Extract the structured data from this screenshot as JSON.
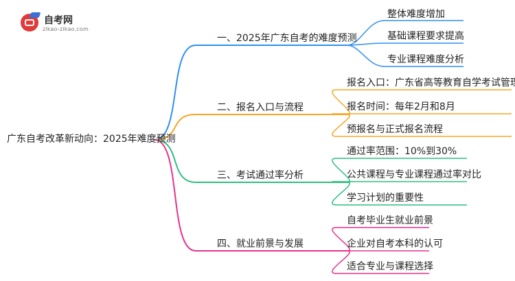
{
  "logo": {
    "name": "自考网",
    "url": "zikao-zikao.com"
  },
  "root": {
    "label": "广东自考改革新动向：2025年难度预测"
  },
  "colors": {
    "blue": "#2f8ff0",
    "orange": "#f5a623",
    "green": "#2dbd7e",
    "pink": "#e8308a"
  },
  "branches": [
    {
      "label": "一、2025年广东自考的难度预测",
      "color": "blue",
      "children": [
        "整体难度增加",
        "基础课程要求提高",
        "专业课程难度分析"
      ]
    },
    {
      "label": "二、报名入口与流程",
      "color": "orange",
      "children": [
        "报名入口：广东省高等教育自学考试管理系统",
        "报名时间：每年2月和8月",
        "预报名与正式报名流程"
      ]
    },
    {
      "label": "三、考试通过率分析",
      "color": "green",
      "children": [
        "通过率范围：10%到30%",
        "公共课程与专业课程通过率对比",
        "学习计划的重要性"
      ]
    },
    {
      "label": "四、就业前景与发展",
      "color": "pink",
      "children": [
        "自考毕业生就业前景",
        "企业对自考本科的认可",
        "适合专业与课程选择"
      ]
    }
  ]
}
